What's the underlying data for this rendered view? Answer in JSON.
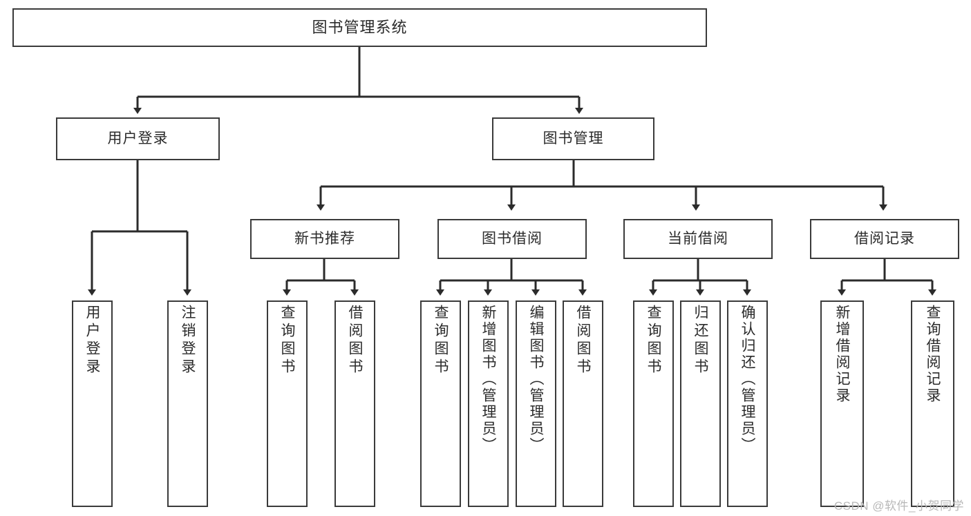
{
  "diagram": {
    "type": "tree",
    "title": "图书管理系统",
    "root": {
      "label": "图书管理系统"
    },
    "level2": [
      {
        "label": "用户登录"
      },
      {
        "label": "图书管理"
      }
    ],
    "level3": [
      {
        "label": "新书推荐"
      },
      {
        "label": "图书借阅"
      },
      {
        "label": "当前借阅"
      },
      {
        "label": "借阅记录"
      }
    ],
    "leaves": {
      "user_login": [
        {
          "label": "用户登录"
        },
        {
          "label": "注销登录"
        }
      ],
      "new_book_recommend": [
        {
          "label": "查询图书"
        },
        {
          "label": "借阅图书"
        }
      ],
      "book_borrow": [
        {
          "label": "查询图书"
        },
        {
          "label": "新增图书（管理员）"
        },
        {
          "label": "编辑图书（管理员）"
        },
        {
          "label": "借阅图书"
        }
      ],
      "current_borrow": [
        {
          "label": "查询图书"
        },
        {
          "label": "归还图书"
        },
        {
          "label": "确认归还（管理员）"
        }
      ],
      "borrow_record": [
        {
          "label": "新增借阅记录"
        },
        {
          "label": "查询借阅记录"
        }
      ]
    }
  },
  "watermark": {
    "text": "CSDN @软件_小贺同学"
  },
  "colors": {
    "box_border": "#3a3a3a",
    "box_fill": "#ffffff",
    "text": "#2b2b2b",
    "edge": "#2b2b2b",
    "watermark": "#b8b8b8"
  }
}
